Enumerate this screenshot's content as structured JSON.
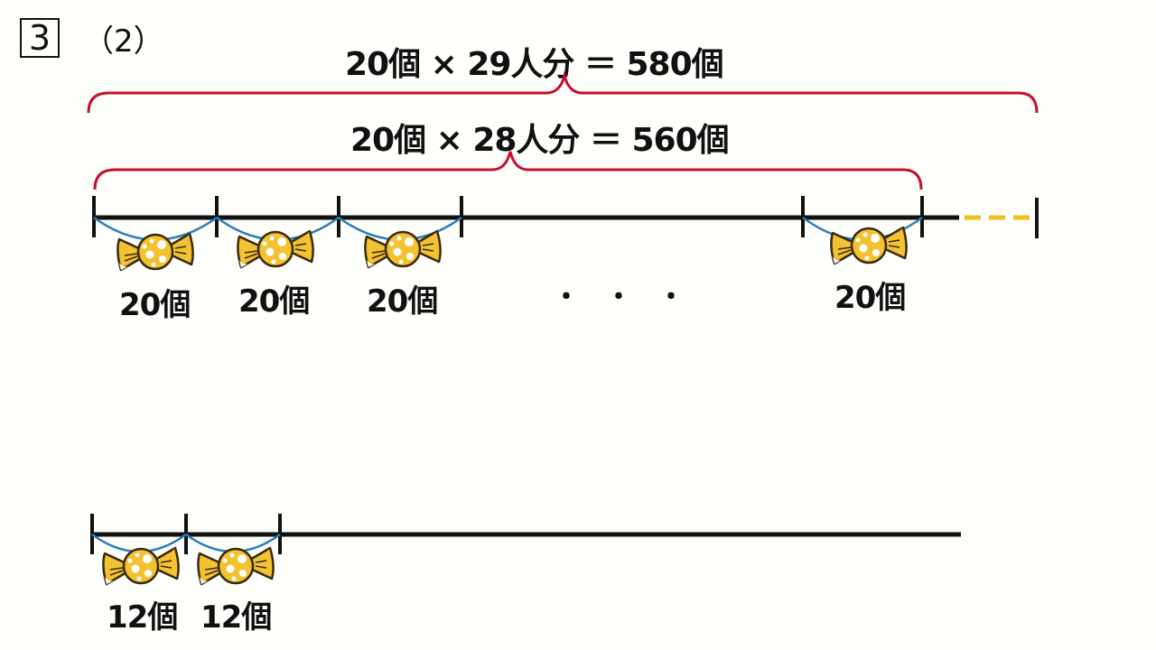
{
  "header": {
    "problem_number": "3",
    "sub_part": "（2）"
  },
  "equations": {
    "total_29": "20個 × 29人分 ＝ 580個",
    "total_28": "20個 × 28人分 ＝ 560個"
  },
  "top_line": {
    "segment_labels": [
      "20個",
      "20個",
      "20個",
      "20個"
    ],
    "ellipsis": "・　・　・"
  },
  "bottom_line": {
    "segment_labels": [
      "12個",
      "12個"
    ]
  },
  "colors": {
    "brace": "#c8102e",
    "line": "#111111",
    "dashed_extension": "#f0c020",
    "arc": "#2a7fb8",
    "candy_fill": "#f2c230",
    "candy_outline": "#3a2a10"
  }
}
